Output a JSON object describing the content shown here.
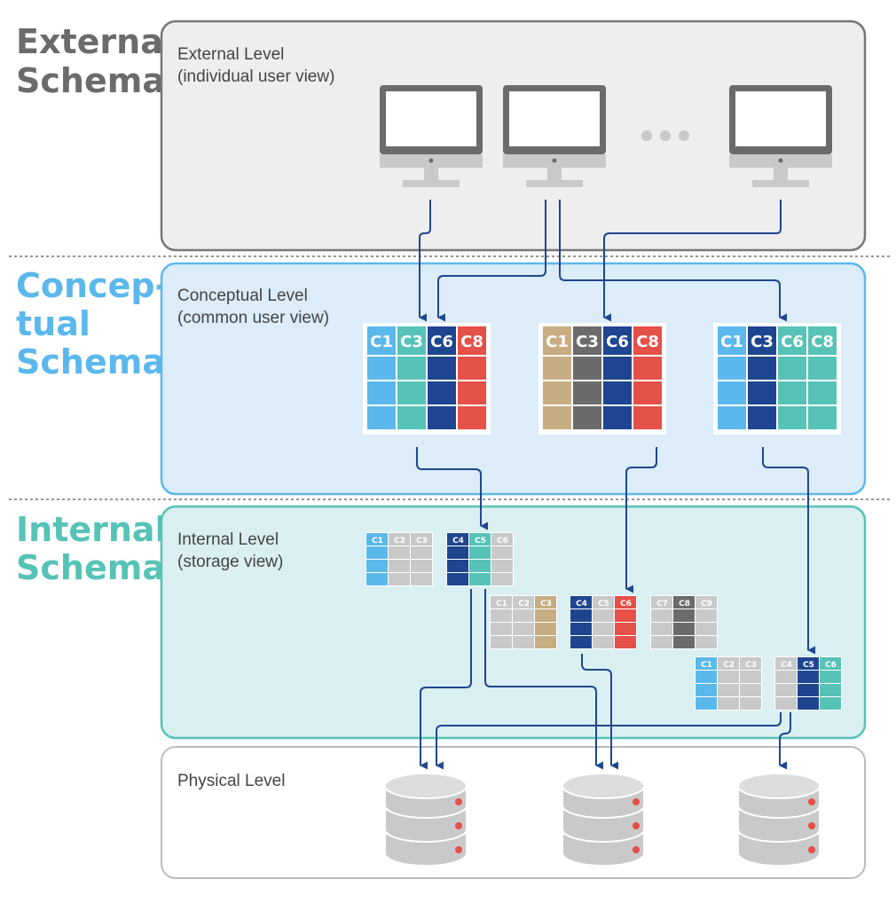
{
  "side_labels": {
    "external": {
      "line1": "External",
      "line2": "Schema"
    },
    "conceptual": {
      "line1": "Concep-",
      "line2": "tual",
      "line3": "Schema"
    },
    "internal": {
      "line1": "Internal",
      "line2": "Schema"
    }
  },
  "levels": {
    "external": {
      "line1": "External Level",
      "line2": "(individual user view)"
    },
    "conceptual": {
      "line1": "Conceptual Level",
      "line2": "(common user view)"
    },
    "internal": {
      "line1": "Internal Level",
      "line2": "(storage view)"
    },
    "physical": {
      "line1": "Physical Level"
    }
  },
  "conceptual_tables": [
    {
      "columns": [
        "C1",
        "C3",
        "C6",
        "C8"
      ]
    },
    {
      "columns": [
        "C1",
        "C3",
        "C6",
        "C8"
      ]
    },
    {
      "columns": [
        "C1",
        "C3",
        "C6",
        "C8"
      ]
    }
  ],
  "internal_tables": [
    {
      "columns": [
        "C1",
        "C2",
        "C3"
      ]
    },
    {
      "columns": [
        "C4",
        "C5",
        "C6"
      ]
    },
    {
      "columns": [
        "C1",
        "C2",
        "C3"
      ]
    },
    {
      "columns": [
        "C4",
        "C5",
        "C6"
      ]
    },
    {
      "columns": [
        "C7",
        "C8",
        "C9"
      ]
    },
    {
      "columns": [
        "C1",
        "C2",
        "C3"
      ]
    },
    {
      "columns": [
        "C4",
        "C5",
        "C6"
      ]
    }
  ],
  "colors": {
    "light_blue": "#5bb8ec",
    "teal": "#56c3b6",
    "navy": "#1e4690",
    "red": "#e55048",
    "tan": "#c7ad82",
    "dark_gray": "#6b6b6b",
    "light_gray": "#c9c9c9",
    "arrow": "#1e4690",
    "external_title": "#6b6b6b",
    "conceptual_title": "#5bb8ec",
    "internal_title": "#56c3b6"
  }
}
